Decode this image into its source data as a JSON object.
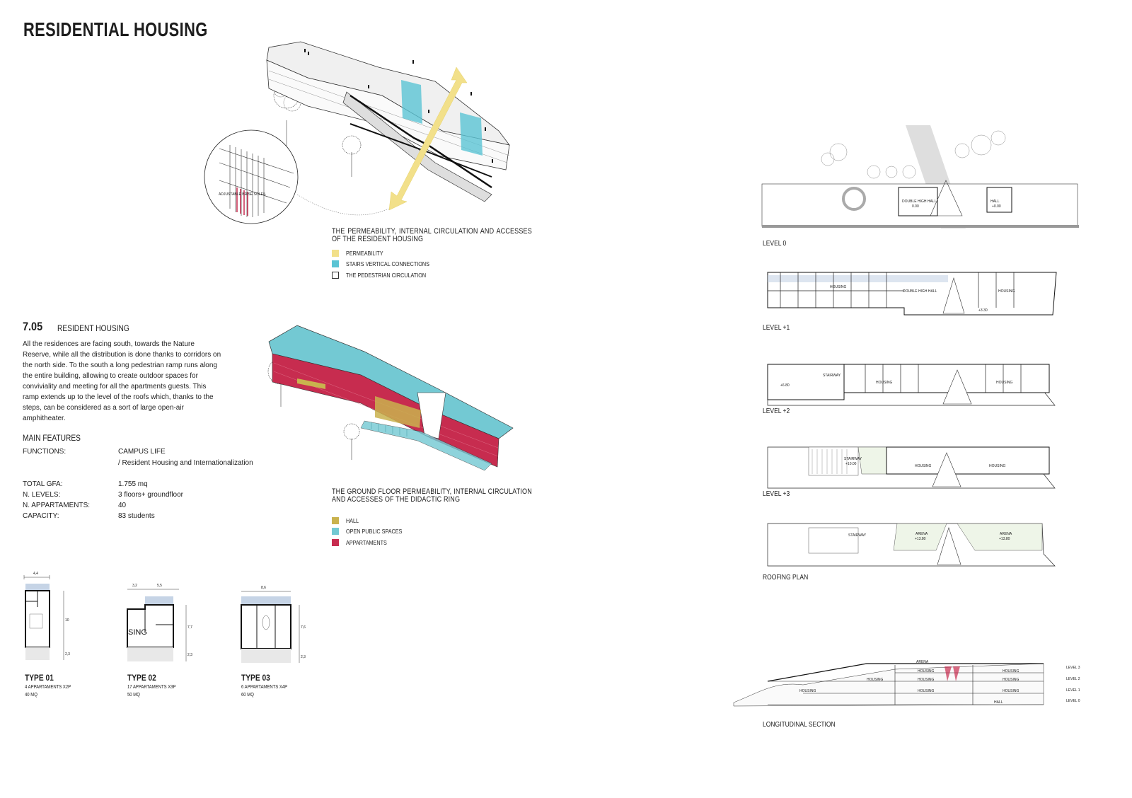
{
  "page": {
    "title": "RESIDENTIAL HOUSING"
  },
  "diagram_top": {
    "caption": "THE PERMEABILITY, INTERNAL CIRCULATION AND ACCESSES OF THE RESIDENT HOUSING",
    "detail_label": "adjustable brise soleil",
    "legend": [
      {
        "label": "PERMEABILITY",
        "color": "#f2e08a"
      },
      {
        "label": "STAIRS VERTICAL CONNECTIONS",
        "color": "#5bc4d4"
      },
      {
        "label": "THE PEDESTRIAN CIRCULATION",
        "color": "#ffffff"
      }
    ]
  },
  "diagram_bottom": {
    "caption": "THE GROUND FLOOR PERMEABILITY, INTERNAL CIRCULATION AND ACCESSES OF THE DIDACTIC RING",
    "legend": [
      {
        "label": "HALL",
        "color": "#c9b24e"
      },
      {
        "label": "OPEN PUBLIC SPACES",
        "color": "#73c9d3"
      },
      {
        "label": "APPARTAMENTS",
        "color": "#c72c4f"
      }
    ]
  },
  "section": {
    "number": "7.05",
    "name": "RESIDENT HOUSING",
    "description": "All the residences are facing south, towards the Nature Reserve, while all the distribution is done thanks to corridors on the north side. To the south a long pedestrian ramp runs along the entire building, allowing to create outdoor spaces for conviviality and meeting for all the apartments guests. This ramp extends up to the level of the roofs which, thanks to the steps, can be considered as a sort of large open-air amphitheater.",
    "features_heading": "MAIN FEATURES",
    "features": [
      {
        "key": "FUNCTIONS:",
        "value": "CAMPUS LIFE",
        "value2": "/ Resident Housing and Internationalization"
      },
      {
        "key": "TOTAL GFA:",
        "value": "1.755 mq"
      },
      {
        "key": "N. LEVELS:",
        "value": "3 floors+ groundfloor"
      },
      {
        "key": "N. APPARTAMENTS:",
        "value": "40"
      },
      {
        "key": "CAPACITY:",
        "value": "83 students"
      }
    ]
  },
  "unit_types": [
    {
      "name": "TYPE 01",
      "count": "4 APPARTAMENTS X2P",
      "area": "40 MQ",
      "dims": [
        "4,4",
        "10",
        "2,3"
      ]
    },
    {
      "name": "TYPE 02",
      "count": "17 APPARTAMENTS X3P",
      "area": "50 MQ",
      "dims": [
        "3,2",
        "5,5",
        "7,7",
        "2,3"
      ],
      "room_label": "SING"
    },
    {
      "name": "TYPE 03",
      "count": "6 APPARTAMENTS X4P",
      "area": "60 MQ",
      "dims": [
        "8,6",
        "7,6",
        "2,3"
      ]
    }
  ],
  "plans": [
    {
      "label": "LEVEL 0",
      "rooms": [
        "DOUBLE HIGH HALL",
        "HALL"
      ],
      "elevs": [
        "0.00",
        "+0.00"
      ]
    },
    {
      "label": "LEVEL +1",
      "rooms": [
        "HOUSING",
        "DOUBLE HIGH HALL",
        "HOUSING"
      ],
      "elevs": [
        "+3.30"
      ]
    },
    {
      "label": "LEVEL +2",
      "rooms": [
        "STAIRWAY",
        "HOUSING",
        "HOUSING"
      ],
      "elevs": [
        "+6.80"
      ]
    },
    {
      "label": "LEVEL +3",
      "rooms": [
        "STAIRWAY",
        "HOUSING",
        "HOUSING"
      ],
      "elevs": [
        "+10.00"
      ]
    },
    {
      "label": "ROOFING PLAN",
      "rooms": [
        "STAIRWAY",
        "ARENA",
        "ARENA"
      ],
      "elevs": [
        "+13.80",
        "+13.80"
      ]
    }
  ],
  "section_drawing": {
    "label": "LONGITUDINAL SECTION",
    "room_labels": [
      "ARENA",
      "HOUSING",
      "HOUSING",
      "HOUSING",
      "HOUSING",
      "HOUSING",
      "HOUSING",
      "HOUSING",
      "HOUSING",
      "HALL"
    ],
    "levels": [
      "level 3",
      "level 2",
      "level 1",
      "level 0"
    ]
  }
}
